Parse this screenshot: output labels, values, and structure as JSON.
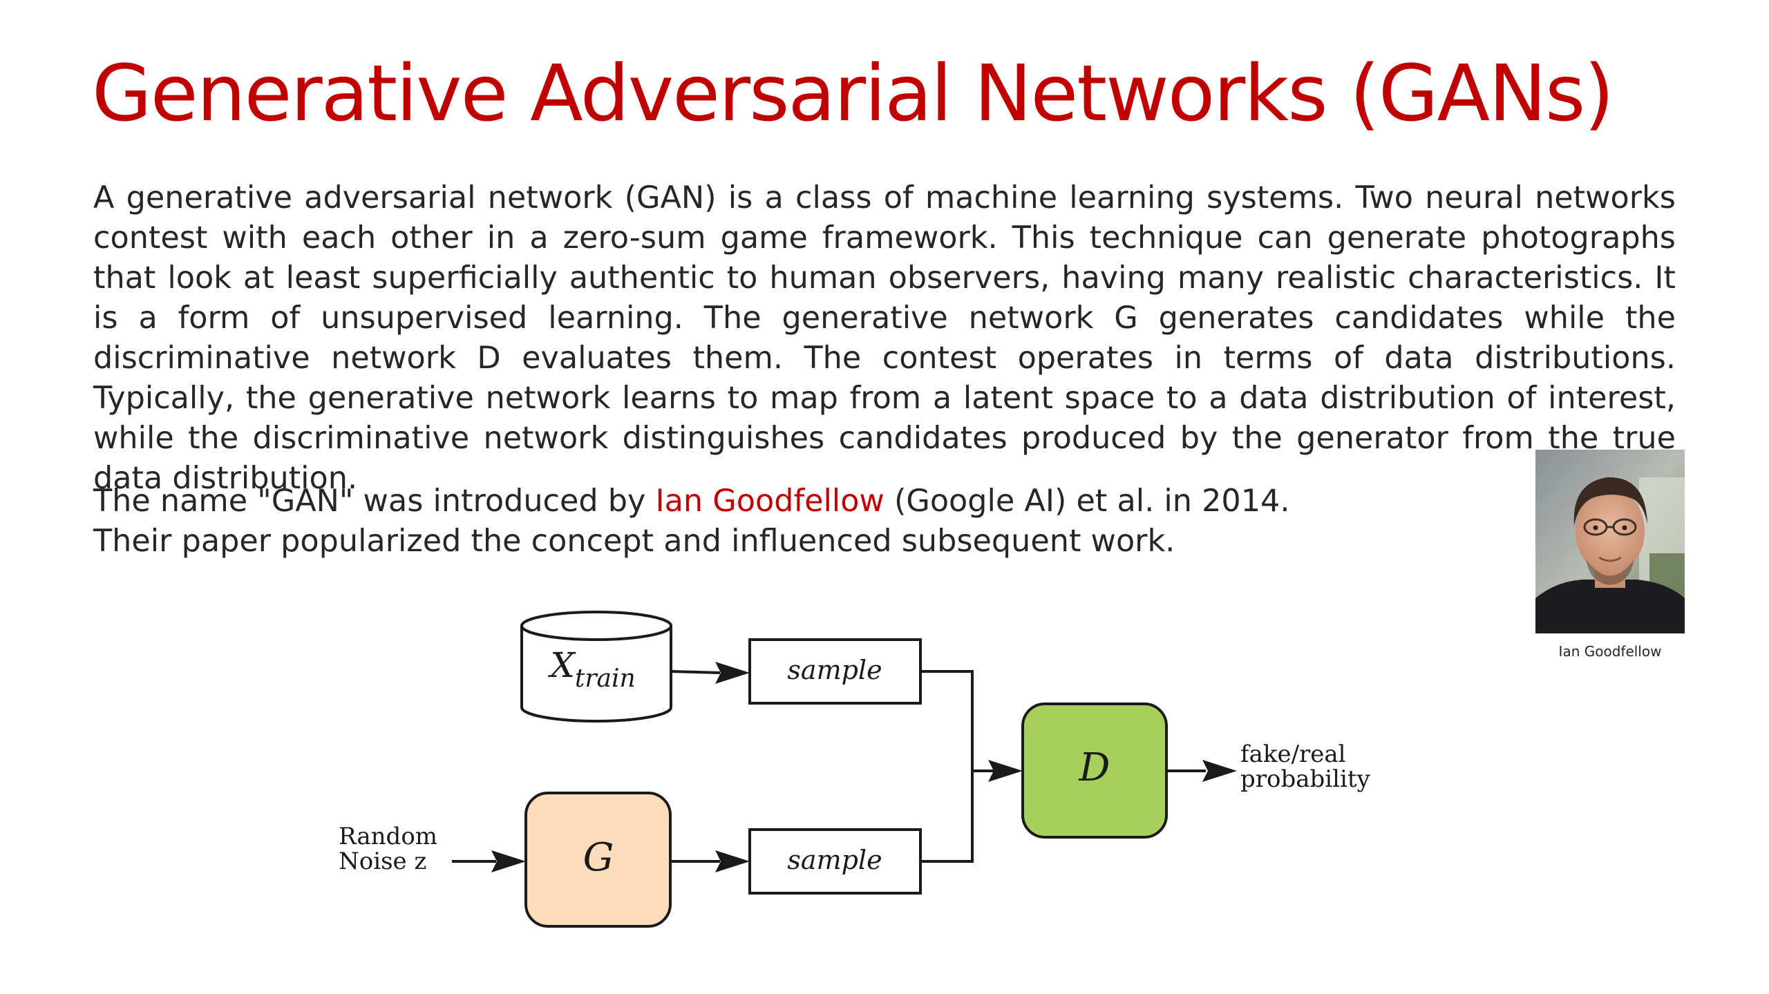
{
  "slide": {
    "title": "Generative Adversarial Networks (GANs)",
    "description": "A generative adversarial network (GAN) is a class of machine learning systems. Two neural networks contest with each other in a zero-sum game framework. This technique can generate photographs that look at least superficially authentic to human observers, having many realistic characteristics. It is a form of unsupervised learning. The generative network G generates candidates while the discriminative network D evaluates them. The contest operates in terms of data distributions. Typically, the generative network learns to map from a latent space to a data distribution of interest, while the discriminative network distinguishes candidates produced by the generator from the true data distribution.",
    "attribution": {
      "prefix": "The name \"GAN\" was introduced by ",
      "author_link": "Ian Goodfellow",
      "suffix": " (Google AI) et al. in 2014.",
      "line2": "Their paper popularized the concept and influenced subsequent work."
    },
    "photo_caption": "Ian Goodfellow",
    "colors": {
      "title": "#c00000",
      "link": "#c00000",
      "text": "#262626",
      "generator_fill": "#fbdcbb",
      "discriminator_fill": "#a5d05b"
    }
  },
  "diagram": {
    "dataset": {
      "symbol": "X",
      "subscript": "train"
    },
    "sample_top": "sample",
    "sample_bottom": "sample",
    "generator": "G",
    "discriminator": "D",
    "noise_line1": "Random",
    "noise_line2": "Noise z",
    "output_line1": "fake/real",
    "output_line2": "probability"
  }
}
